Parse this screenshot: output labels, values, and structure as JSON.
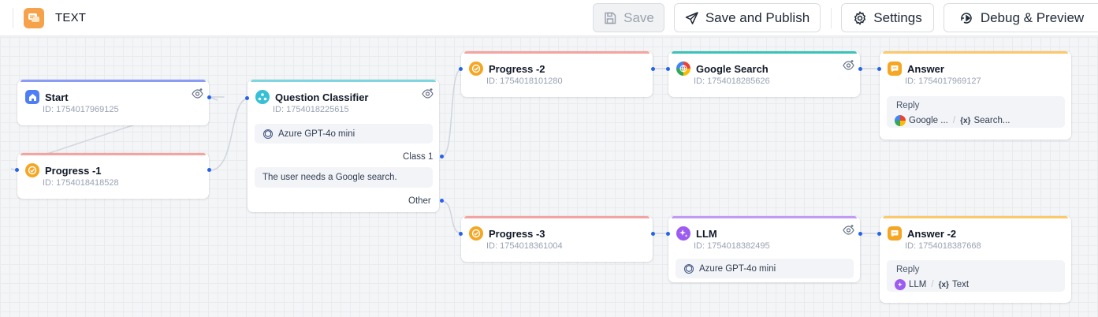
{
  "app": {
    "title": "TEXT"
  },
  "toolbar": {
    "save": "Save",
    "save_publish": "Save and Publish",
    "settings": "Settings",
    "debug": "Debug & Preview"
  },
  "nodes": {
    "start": {
      "title": "Start",
      "id": "ID: 1754017969125"
    },
    "progress1": {
      "title": "Progress -1",
      "id": "ID: 1754018418528"
    },
    "classifier": {
      "title": "Question Classifier",
      "id": "ID: 1754018225615",
      "model": "Azure GPT-4o mini",
      "class1_label": "Class 1",
      "class1_text": "The user needs a Google search.",
      "other_label": "Other"
    },
    "progress2": {
      "title": "Progress -2",
      "id": "ID: 1754018101280"
    },
    "google": {
      "title": "Google Search",
      "id": "ID: 1754018285626"
    },
    "answer1": {
      "title": "Answer",
      "id": "ID: 1754017969127",
      "reply_label": "Reply",
      "ref_node": "Google ...",
      "ref_var": "Search..."
    },
    "progress3": {
      "title": "Progress -3",
      "id": "ID: 1754018361004"
    },
    "llm": {
      "title": "LLM",
      "id": "ID: 1754018382495",
      "model": "Azure GPT-4o mini"
    },
    "answer2": {
      "title": "Answer -2",
      "id": "ID: 1754018387668",
      "reply_label": "Reply",
      "ref_node": "LLM",
      "ref_var": "Text"
    }
  },
  "colors": {
    "accent_blue": "#2563eb",
    "start_line": "#8b9cf5",
    "classifier_line": "#7fd6e0",
    "progress_line": "#f3a3a0",
    "google_line": "#3cc2b8",
    "answer_line": "#fbc86a",
    "llm_line": "#c29af5"
  }
}
